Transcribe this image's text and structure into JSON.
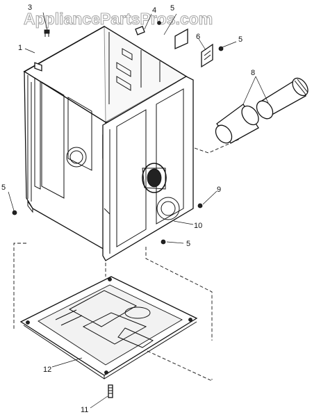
{
  "watermark": "AppliancePartsPros.com",
  "callouts": [
    {
      "id": "c1",
      "label": "1"
    },
    {
      "id": "c3",
      "label": "3"
    },
    {
      "id": "c4",
      "label": "4"
    },
    {
      "id": "c5a",
      "label": "5"
    },
    {
      "id": "c6",
      "label": "6"
    },
    {
      "id": "c5b",
      "label": "5"
    },
    {
      "id": "c8",
      "label": "8"
    },
    {
      "id": "c5c",
      "label": "5"
    },
    {
      "id": "c9",
      "label": "9"
    },
    {
      "id": "c10",
      "label": "10"
    },
    {
      "id": "c5d",
      "label": "5"
    },
    {
      "id": "c12",
      "label": "12"
    },
    {
      "id": "c11",
      "label": "11"
    }
  ]
}
